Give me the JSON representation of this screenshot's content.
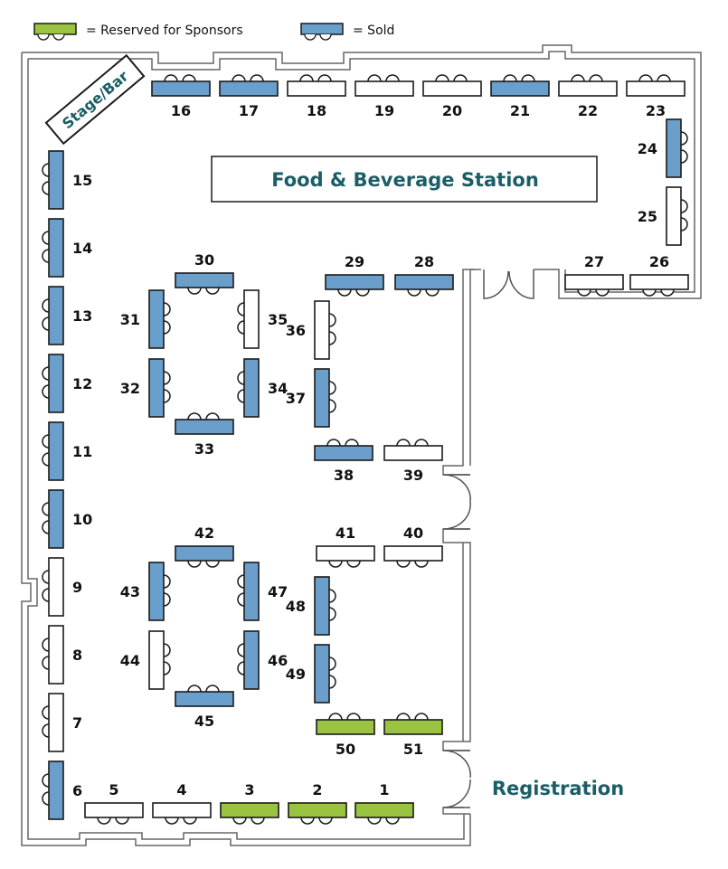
{
  "legend": {
    "sponsor_label": "= Reserved for Sponsors",
    "sold_label": "= Sold"
  },
  "colors": {
    "sold": "#6a9fcb",
    "sponsor": "#99c341",
    "available": "#ffffff",
    "outline": "#1a1a1a",
    "wall": "#555555",
    "accent_text": "#1b5e66"
  },
  "areas": {
    "stage_bar": "Stage/Bar",
    "food_station": "Food & Beverage Station",
    "registration": "Registration"
  },
  "tables": [
    {
      "id": "1",
      "status": "sponsor"
    },
    {
      "id": "2",
      "status": "sponsor"
    },
    {
      "id": "3",
      "status": "sponsor"
    },
    {
      "id": "4",
      "status": "available"
    },
    {
      "id": "5",
      "status": "available"
    },
    {
      "id": "6",
      "status": "sold"
    },
    {
      "id": "7",
      "status": "available"
    },
    {
      "id": "8",
      "status": "available"
    },
    {
      "id": "9",
      "status": "available"
    },
    {
      "id": "10",
      "status": "sold"
    },
    {
      "id": "11",
      "status": "sold"
    },
    {
      "id": "12",
      "status": "sold"
    },
    {
      "id": "13",
      "status": "sold"
    },
    {
      "id": "14",
      "status": "sold"
    },
    {
      "id": "15",
      "status": "sold"
    },
    {
      "id": "16",
      "status": "sold"
    },
    {
      "id": "17",
      "status": "sold"
    },
    {
      "id": "18",
      "status": "available"
    },
    {
      "id": "19",
      "status": "available"
    },
    {
      "id": "20",
      "status": "available"
    },
    {
      "id": "21",
      "status": "sold"
    },
    {
      "id": "22",
      "status": "available"
    },
    {
      "id": "23",
      "status": "available"
    },
    {
      "id": "24",
      "status": "sold"
    },
    {
      "id": "25",
      "status": "available"
    },
    {
      "id": "26",
      "status": "available"
    },
    {
      "id": "27",
      "status": "available"
    },
    {
      "id": "28",
      "status": "sold"
    },
    {
      "id": "29",
      "status": "sold"
    },
    {
      "id": "30",
      "status": "sold"
    },
    {
      "id": "31",
      "status": "sold"
    },
    {
      "id": "32",
      "status": "sold"
    },
    {
      "id": "33",
      "status": "sold"
    },
    {
      "id": "34",
      "status": "sold"
    },
    {
      "id": "35",
      "status": "available"
    },
    {
      "id": "36",
      "status": "available"
    },
    {
      "id": "37",
      "status": "sold"
    },
    {
      "id": "38",
      "status": "sold"
    },
    {
      "id": "39",
      "status": "available"
    },
    {
      "id": "40",
      "status": "available"
    },
    {
      "id": "41",
      "status": "available"
    },
    {
      "id": "42",
      "status": "sold"
    },
    {
      "id": "43",
      "status": "sold"
    },
    {
      "id": "44",
      "status": "available"
    },
    {
      "id": "45",
      "status": "sold"
    },
    {
      "id": "46",
      "status": "sold"
    },
    {
      "id": "47",
      "status": "sold"
    },
    {
      "id": "48",
      "status": "sold"
    },
    {
      "id": "49",
      "status": "sold"
    },
    {
      "id": "50",
      "status": "sponsor"
    },
    {
      "id": "51",
      "status": "sponsor"
    }
  ]
}
